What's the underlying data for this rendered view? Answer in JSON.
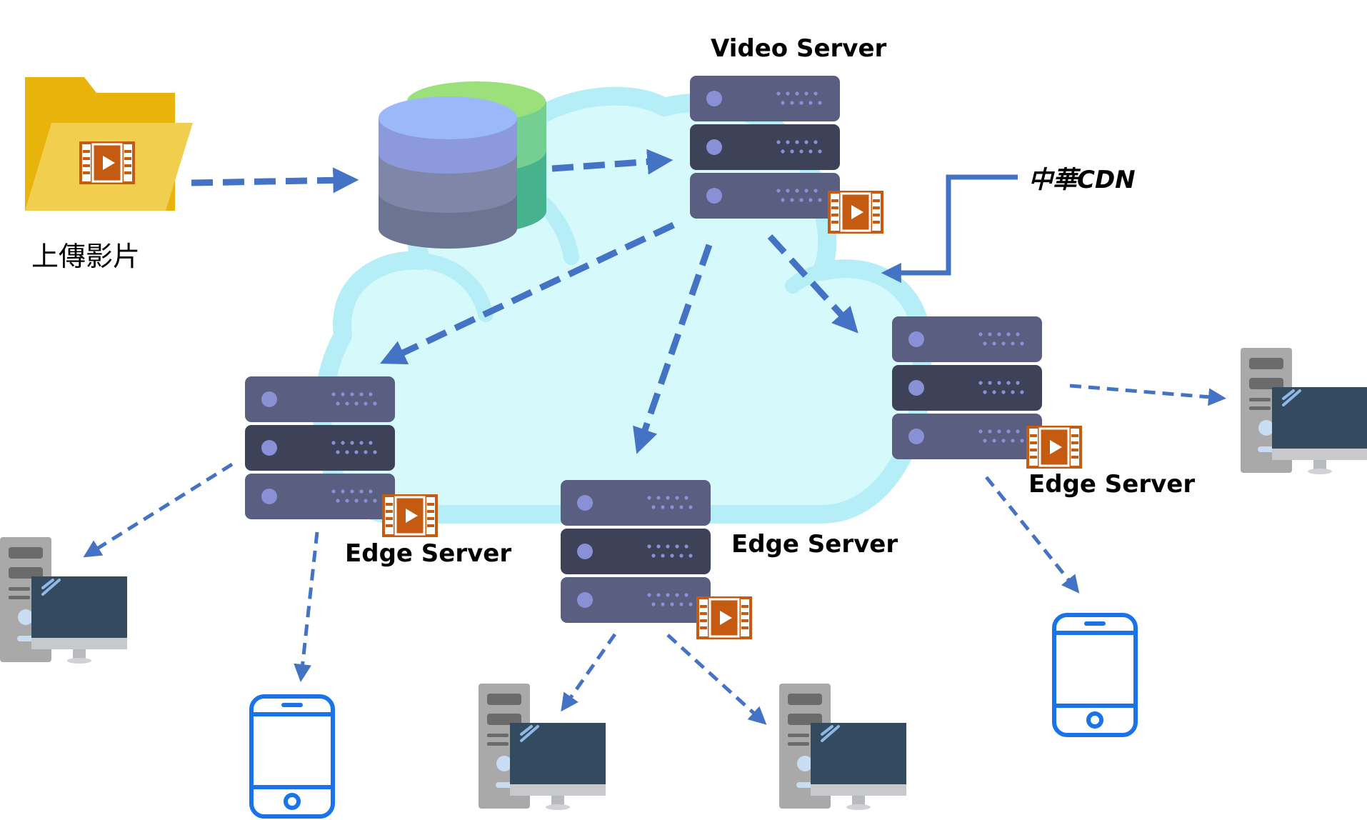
{
  "labels": {
    "upload": "上傳影片",
    "video_server": "Video Server",
    "cdn": "中華CDN",
    "edge_left": "Edge Server",
    "edge_mid": "Edge Server",
    "edge_right": "Edge Server"
  },
  "colors": {
    "arrow": "#4472C4",
    "cloud_fill": "#D6F9FC",
    "cloud_stroke": "#B5EEF7",
    "server_light": "#5A5E80",
    "server_dark": "#3E4259",
    "server_dot": "#8A90D6",
    "film": "#C55A11",
    "folder": "#F0B400",
    "phone": "#1A73E8",
    "monitor": "#344A5E",
    "tower": "#A9A9A9"
  },
  "icons": {
    "folder": "folder-video-icon",
    "database": "database-icon",
    "server": "server-rack-icon",
    "film": "video-film-icon",
    "phone": "smartphone-icon",
    "desktop": "desktop-computer-icon"
  }
}
